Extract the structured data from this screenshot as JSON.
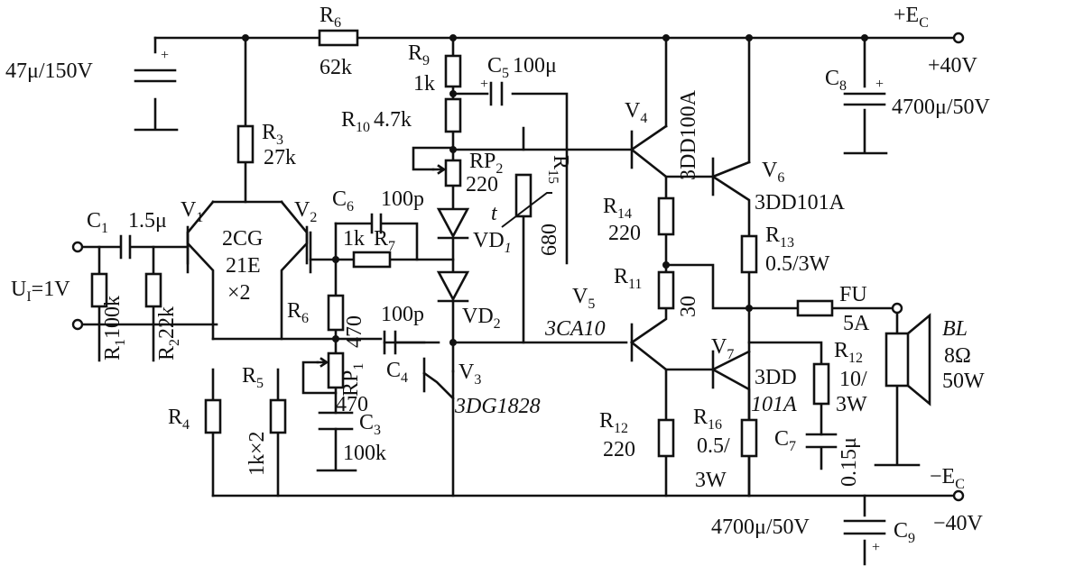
{
  "diagram": {
    "supply_pos": {
      "name": "+E",
      "sub": "C",
      "value": "+40V"
    },
    "supply_neg": {
      "name": "−E",
      "sub": "C",
      "value": "−40V"
    },
    "input": {
      "name": "U",
      "sub": "I",
      "value": "=1V"
    },
    "c_top_left": {
      "value": "47μ/150V"
    },
    "c1": {
      "name": "C",
      "sub": "1",
      "value": "1.5μ"
    },
    "c3": {
      "name": "C",
      "sub": "3",
      "value": "100k"
    },
    "c4": {
      "name": "C",
      "sub": "4",
      "value": "100p"
    },
    "c5": {
      "name": "C",
      "sub": "5",
      "value": "100μ"
    },
    "c6": {
      "name": "C",
      "sub": "6",
      "value": "100p"
    },
    "c7": {
      "name": "C",
      "sub": "7",
      "value": "0.15μ"
    },
    "c8": {
      "name": "C",
      "sub": "8",
      "value": "4700μ/50V"
    },
    "c9": {
      "name": "C",
      "sub": "9",
      "value": "4700μ/50V"
    },
    "r1": {
      "name": "R",
      "sub": "1",
      "value": "100k"
    },
    "r2": {
      "name": "R",
      "sub": "2",
      "value": "22k"
    },
    "r3": {
      "name": "R",
      "sub": "3",
      "value": "27k"
    },
    "r4": {
      "name": "R",
      "sub": "4"
    },
    "r5": {
      "name": "R",
      "sub": "5",
      "value": "1k×2"
    },
    "r6a": {
      "name": "R",
      "sub": "6",
      "value": "62k"
    },
    "r6b": {
      "name": "R",
      "sub": "6",
      "value": "470"
    },
    "r7": {
      "name": "R",
      "sub": "7",
      "value": "1k"
    },
    "r9": {
      "name": "R",
      "sub": "9",
      "value": "1k"
    },
    "r10": {
      "name": "R",
      "sub": "10",
      "value": "4.7k"
    },
    "r11": {
      "name": "R",
      "sub": "11",
      "value": "30"
    },
    "r12a": {
      "name": "R",
      "sub": "12",
      "value": "220"
    },
    "r12b": {
      "name": "R",
      "sub": "12",
      "value": "10/",
      "value2": "3W"
    },
    "r13": {
      "name": "R",
      "sub": "13",
      "value": "0.5/3W"
    },
    "r14": {
      "name": "R",
      "sub": "14",
      "value": "220"
    },
    "r15": {
      "name": "R",
      "sub": "15",
      "value": "680",
      "temp": "t"
    },
    "r16": {
      "name": "R",
      "sub": "16",
      "value": "0.5/",
      "value2": "3W"
    },
    "rp1": {
      "name": "RP",
      "sub": "1",
      "value": "470"
    },
    "rp2": {
      "name": "RP",
      "sub": "2",
      "value": "220"
    },
    "vd1": {
      "name": "VD",
      "sub": "1"
    },
    "vd2": {
      "name": "VD",
      "sub": "2"
    },
    "v1": {
      "name": "V",
      "sub": "1"
    },
    "v2": {
      "name": "V",
      "sub": "2"
    },
    "v12_part": {
      "line1": "2CG",
      "line2": "21E",
      "line3": "×2"
    },
    "v3": {
      "name": "V",
      "sub": "3",
      "part": "3DG1828"
    },
    "v4": {
      "name": "V",
      "sub": "4",
      "part": "3DD100A"
    },
    "v5": {
      "name": "V",
      "sub": "5",
      "part": "3CA10"
    },
    "v6": {
      "name": "V",
      "sub": "6",
      "part": "3DD101A"
    },
    "v7": {
      "name": "V",
      "sub": "7",
      "part": "3DD",
      "part2": "101A"
    },
    "fuse": {
      "name": "FU",
      "value": "5A"
    },
    "speaker": {
      "name": "BL",
      "value": "8Ω",
      "value2": "50W"
    }
  }
}
